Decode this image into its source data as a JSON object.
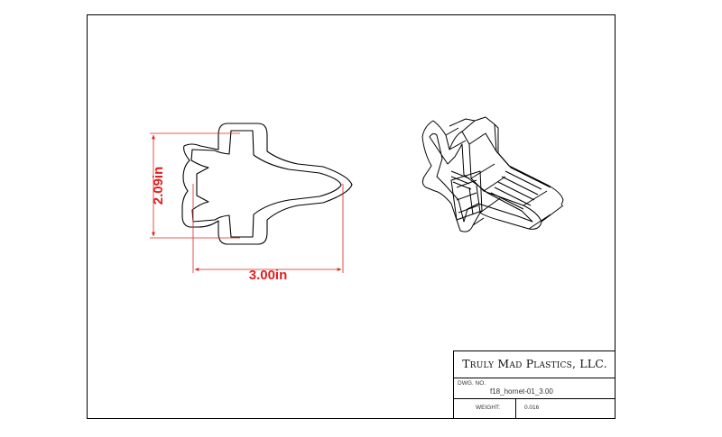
{
  "dimensions": {
    "height_label": "2.09in",
    "width_label": "3.00in",
    "color": "#e02020"
  },
  "title_block": {
    "company": "Truly Mad Plastics, LLC.",
    "dwg_no_label": "DWG. NO.",
    "dwg_no": "f18_hornet-01_3.00",
    "weight_label": "WEIGHT:",
    "weight": "0.016"
  }
}
